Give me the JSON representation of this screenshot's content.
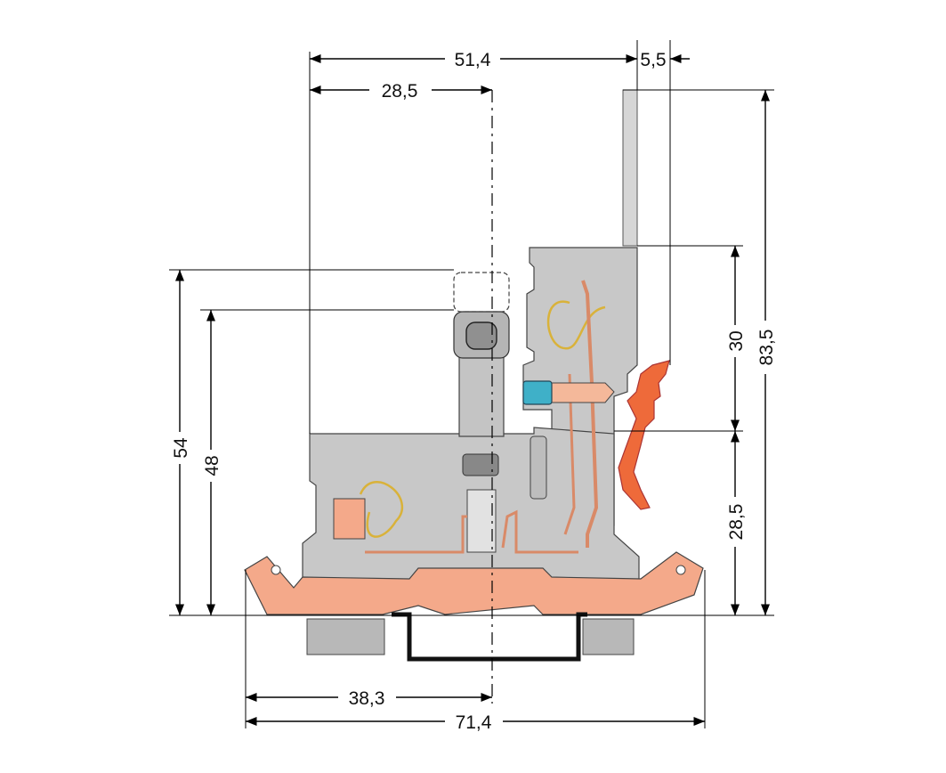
{
  "drawing": {
    "dimensions": {
      "overall_width_top": "51,4",
      "lever_offset": "5,5",
      "top_center_offset": "28,5",
      "upper_module_height": "30",
      "total_height": "83,5",
      "base_height": "28,5",
      "height_54": "54",
      "height_48": "48",
      "bottom_center_offset": "38,3",
      "overall_width_bottom": "71,4"
    },
    "colors": {
      "housing": "#c8c8c8",
      "housing_dark": "#9a9a9a",
      "foot": "#f4a98a",
      "lever": "#ee6a3a",
      "wire": "#d9b23a",
      "marker": "#3fb0c8",
      "rail": "#111111"
    }
  }
}
